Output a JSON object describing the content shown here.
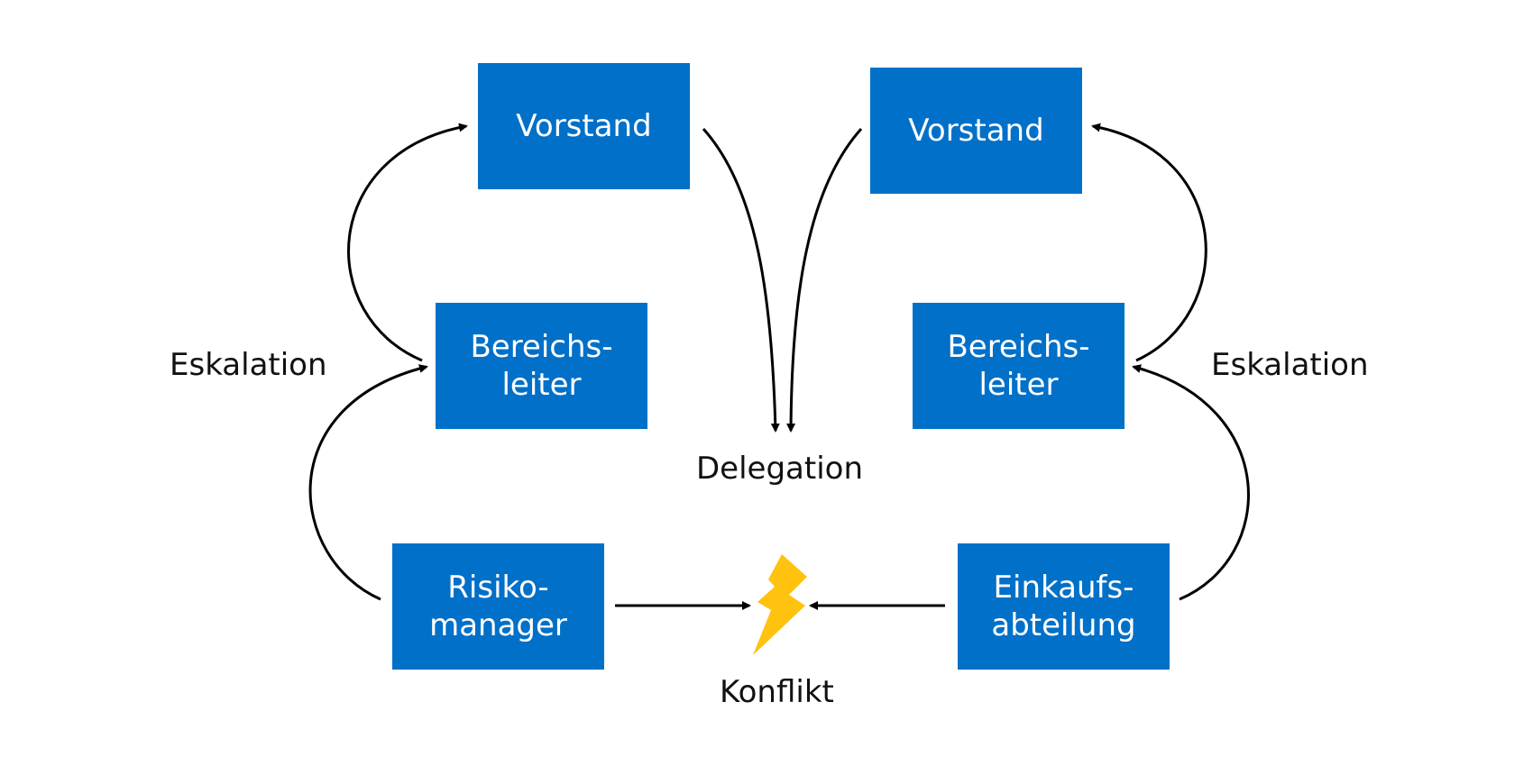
{
  "colors": {
    "box": "#0070C8",
    "arrow": "#000000",
    "lightning": "#FFC20E"
  },
  "nodes": {
    "vorstand_left": "Vorstand",
    "vorstand_right": "Vorstand",
    "bereichsleiter_left": "Bereichs-\nleiter",
    "bereichsleiter_right": "Bereichs-\nleiter",
    "risikomanager": "Risiko-\nmanager",
    "einkaufsabteilung": "Einkaufs-\nabteilung"
  },
  "labels": {
    "eskalation_left": "Eskalation",
    "eskalation_right": "Eskalation",
    "delegation": "Delegation",
    "konflikt": "Konflikt"
  }
}
